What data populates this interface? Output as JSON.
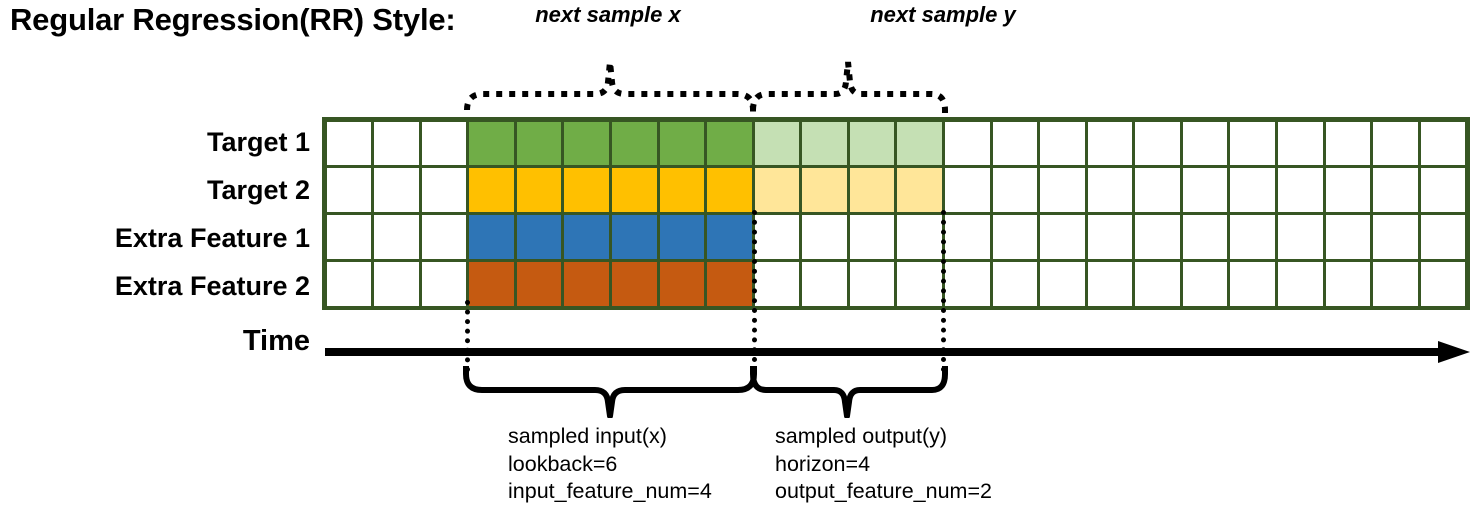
{
  "title": "Regular Regression(RR) Style:",
  "row_labels": [
    "Target 1",
    "Target 2",
    "Extra Feature 1",
    "Extra Feature 2"
  ],
  "axis": {
    "time_label": "Time",
    "arrow_icon": "right-arrow-icon"
  },
  "top_braces": [
    {
      "label": "next sample x"
    },
    {
      "label": "next sample y"
    }
  ],
  "bottom_braces": [
    {
      "line1": "sampled input(x)",
      "line2": "lookback=6",
      "line3": "input_feature_num=4"
    },
    {
      "line1": "sampled output(y)",
      "line2": "horizon=4",
      "line3": "output_feature_num=2"
    }
  ],
  "colors": {
    "grid_border": "#375623",
    "empty": "#ffffff",
    "target1_input": "#70AD47",
    "target1_output": "#C5E0B4",
    "target2_input": "#FFC000",
    "target2_output": "#FFE699",
    "extra1_input": "#2E75B6",
    "extra2_input": "#C55A11",
    "axis": "#000000"
  },
  "grid": {
    "columns": 24,
    "rows": 4,
    "lead_empty": 3,
    "lookback": 6,
    "horizon": 4,
    "trailing_empty": 11,
    "cell_colors": [
      [
        "#ffffff",
        "#ffffff",
        "#ffffff",
        "#70AD47",
        "#70AD47",
        "#70AD47",
        "#70AD47",
        "#70AD47",
        "#70AD47",
        "#C5E0B4",
        "#C5E0B4",
        "#C5E0B4",
        "#C5E0B4",
        "#ffffff",
        "#ffffff",
        "#ffffff",
        "#ffffff",
        "#ffffff",
        "#ffffff",
        "#ffffff",
        "#ffffff",
        "#ffffff",
        "#ffffff",
        "#ffffff"
      ],
      [
        "#ffffff",
        "#ffffff",
        "#ffffff",
        "#FFC000",
        "#FFC000",
        "#FFC000",
        "#FFC000",
        "#FFC000",
        "#FFC000",
        "#FFE699",
        "#FFE699",
        "#FFE699",
        "#FFE699",
        "#ffffff",
        "#ffffff",
        "#ffffff",
        "#ffffff",
        "#ffffff",
        "#ffffff",
        "#ffffff",
        "#ffffff",
        "#ffffff",
        "#ffffff",
        "#ffffff"
      ],
      [
        "#ffffff",
        "#ffffff",
        "#ffffff",
        "#2E75B6",
        "#2E75B6",
        "#2E75B6",
        "#2E75B6",
        "#2E75B6",
        "#2E75B6",
        "#ffffff",
        "#ffffff",
        "#ffffff",
        "#ffffff",
        "#ffffff",
        "#ffffff",
        "#ffffff",
        "#ffffff",
        "#ffffff",
        "#ffffff",
        "#ffffff",
        "#ffffff",
        "#ffffff",
        "#ffffff",
        "#ffffff"
      ],
      [
        "#ffffff",
        "#ffffff",
        "#ffffff",
        "#C55A11",
        "#C55A11",
        "#C55A11",
        "#C55A11",
        "#C55A11",
        "#C55A11",
        "#ffffff",
        "#ffffff",
        "#ffffff",
        "#ffffff",
        "#ffffff",
        "#ffffff",
        "#ffffff",
        "#ffffff",
        "#ffffff",
        "#ffffff",
        "#ffffff",
        "#ffffff",
        "#ffffff",
        "#ffffff",
        "#ffffff"
      ]
    ]
  }
}
